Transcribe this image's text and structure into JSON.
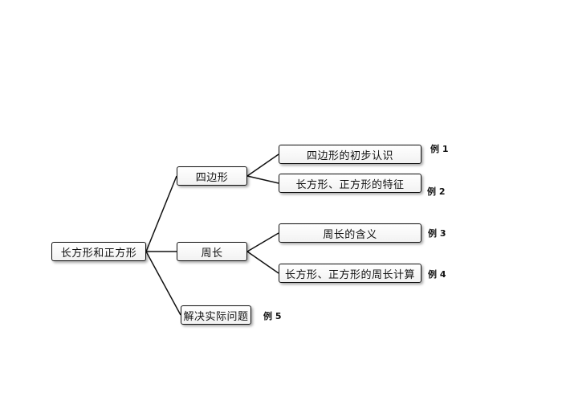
{
  "diagram": {
    "root": {
      "label": "长方形和正方形"
    },
    "branches": [
      {
        "label": "四边形"
      },
      {
        "label": "周长"
      },
      {
        "label": "解决实际问题",
        "example": "例 5"
      }
    ],
    "leaves": [
      {
        "label": "四边形的初步认识",
        "example": "例 1"
      },
      {
        "label": "长方形、正方形的特征",
        "example": "例 2"
      },
      {
        "label": "周长的含义",
        "example": "例 3"
      },
      {
        "label": "长方形、正方形的周长计算",
        "example": "例 4"
      }
    ]
  }
}
